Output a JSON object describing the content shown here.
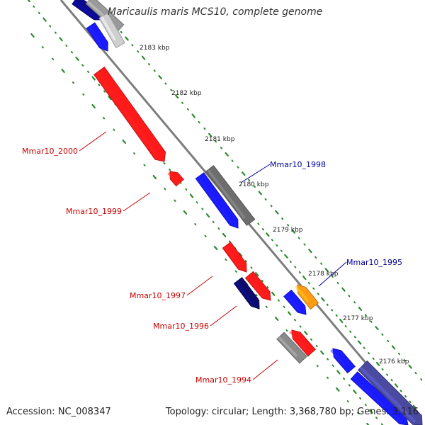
{
  "title": "Maricaulis maris MCS10, complete genome",
  "accession": "Accession: NC_008347",
  "summary": "Topology: circular; Length: 3,368,780 bp; Genes: 3,116",
  "colors": {
    "reverse_strand_label": "#cc0000",
    "forward_strand_label": "#000099",
    "backbone": "#8a8a8a",
    "scale_dots": "#2a8a2a"
  },
  "kbp_ticks": [
    "2183 kbp",
    "2182 kbp",
    "2181 kbp",
    "2180 kbp",
    "2179 kbp",
    "2178 kbp",
    "2177 kbp",
    "2176 kbp"
  ],
  "gene_labels": [
    {
      "name": "Mmar10_2000",
      "strand": "reverse"
    },
    {
      "name": "Mmar10_1999",
      "strand": "reverse"
    },
    {
      "name": "Mmar10_1998",
      "strand": "forward"
    },
    {
      "name": "Mmar10_1997",
      "strand": "reverse"
    },
    {
      "name": "Mmar10_1996",
      "strand": "reverse"
    },
    {
      "name": "Mmar10_1995",
      "strand": "forward"
    },
    {
      "name": "Mmar10_1994",
      "strand": "reverse"
    }
  ]
}
